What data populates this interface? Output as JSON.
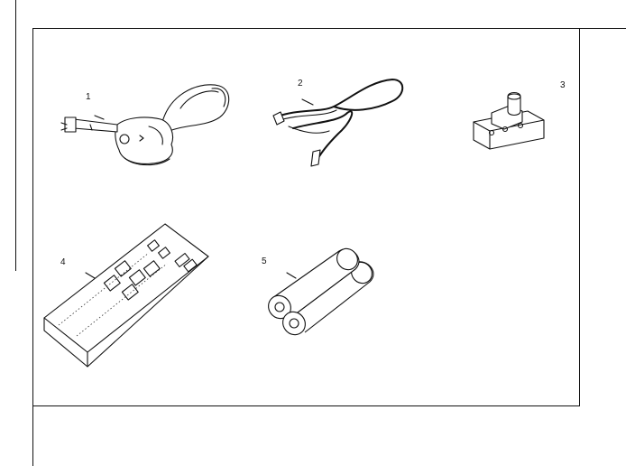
{
  "diagram": {
    "parts": [
      {
        "number": "1",
        "icon": "antenna-adapter-icon"
      },
      {
        "number": "2",
        "icon": "cable-icon"
      },
      {
        "number": "3",
        "icon": "connector-block-icon"
      },
      {
        "number": "4",
        "icon": "remote-control-icon"
      },
      {
        "number": "5",
        "icon": "batteries-icon"
      }
    ]
  }
}
